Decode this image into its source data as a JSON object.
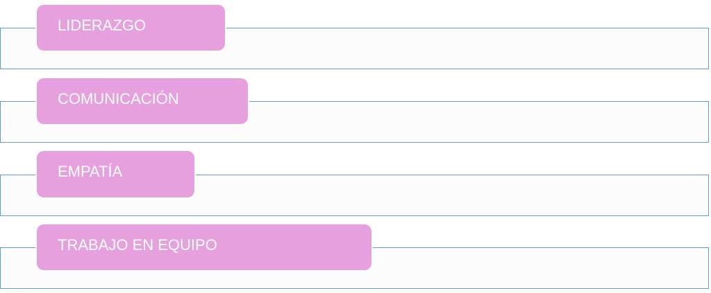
{
  "items": [
    {
      "label": "LIDERAZGO"
    },
    {
      "label": "COMUNICACIÓN"
    },
    {
      "label": "EMPATÍA"
    },
    {
      "label": "TRABAJO EN EQUIPO"
    }
  ],
  "colors": {
    "pill": "#E6A0DE",
    "frame_border": "#5B9BD5",
    "frame_fill": "#FCFCFC"
  }
}
